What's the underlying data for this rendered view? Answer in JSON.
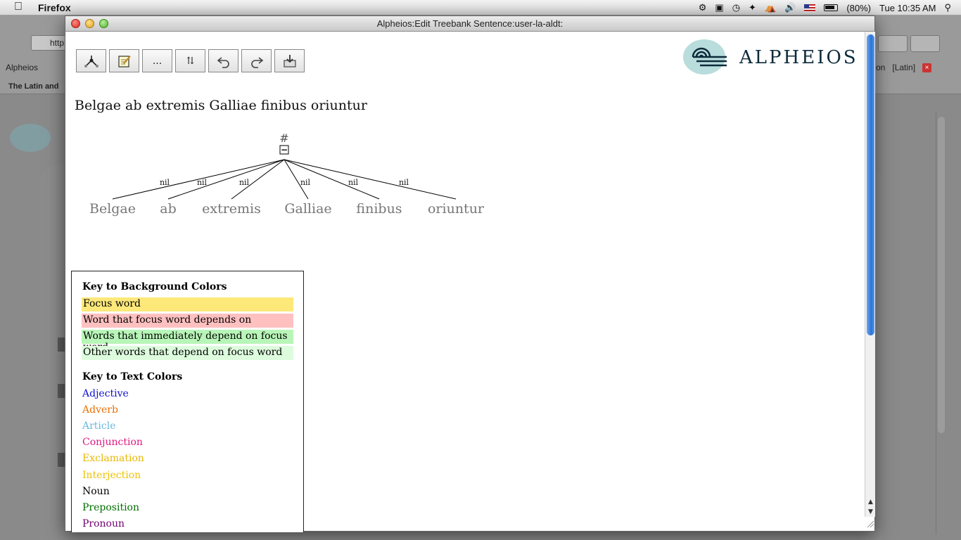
{
  "menubar": {
    "app_name": "Firefox",
    "battery": "(80%)",
    "clock": "Tue 10:35 AM"
  },
  "background": {
    "bookmark_left": "Alpheios",
    "tab_left": "The Latin and",
    "url_fragment": "http",
    "bookmark_right_1": "on",
    "bookmark_right_2": "[Latin]"
  },
  "dialog": {
    "title": "Alpheios:Edit Treebank Sentence:user-la-aldt:",
    "brand": "ALPHEIOS",
    "toolbar": {
      "more_label": "...",
      "sort_label": "⇅"
    },
    "sentence": "Belgae ab extremis Galliae finibus oriuntur",
    "tree": {
      "root_label": "#",
      "collapse_symbol": "−",
      "words": [
        {
          "form": "Belgae",
          "relation": "nil"
        },
        {
          "form": "ab",
          "relation": "nil"
        },
        {
          "form": "extremis",
          "relation": "nil"
        },
        {
          "form": "Galliae",
          "relation": "nil"
        },
        {
          "form": "finibus",
          "relation": "nil"
        },
        {
          "form": "oriuntur",
          "relation": "nil"
        }
      ]
    },
    "key": {
      "bg_heading": "Key to Background Colors",
      "bg_items": [
        {
          "label": "Focus word",
          "color": "#fde87a"
        },
        {
          "label": "Word that focus word depends on",
          "color": "#ffc0c0"
        },
        {
          "label": "Words that immediately depend on focus word",
          "color": "#b8f5b8"
        },
        {
          "label": "Other words that depend on focus word",
          "color": "#ddfcdd"
        }
      ],
      "text_heading": "Key to Text Colors",
      "text_items": [
        {
          "label": "Adjective",
          "color": "#1010d0"
        },
        {
          "label": "Adverb",
          "color": "#e87008"
        },
        {
          "label": "Article",
          "color": "#6ab8e0"
        },
        {
          "label": "Conjunction",
          "color": "#e01880"
        },
        {
          "label": "Exclamation",
          "color": "#e8b800"
        },
        {
          "label": "Interjection",
          "color": "#f0c000"
        },
        {
          "label": "Noun",
          "color": "#000000"
        },
        {
          "label": "Preposition",
          "color": "#007000"
        },
        {
          "label": "Pronoun",
          "color": "#700070"
        }
      ]
    }
  }
}
